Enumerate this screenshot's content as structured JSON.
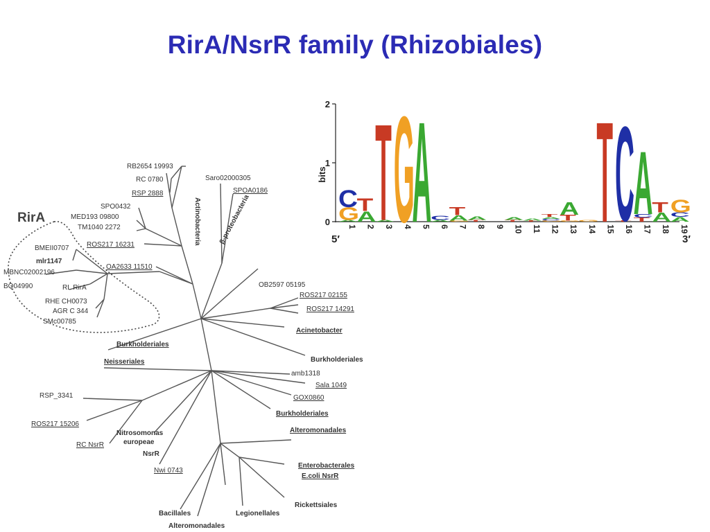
{
  "slide": {
    "title": "RirA/NsrR family (Rhizobiales)"
  },
  "tree": {
    "clade_label": "RirA",
    "leaves": [
      {
        "id": "rb2654",
        "text": "RB2654 19993",
        "underline": false,
        "bold": false
      },
      {
        "id": "rc0780",
        "text": "RC 0780",
        "underline": false,
        "bold": false
      },
      {
        "id": "rsp2888",
        "text": "RSP 2888",
        "underline": true,
        "bold": false
      },
      {
        "id": "spo0432",
        "text": "SPO0432",
        "underline": false,
        "bold": false
      },
      {
        "id": "med193",
        "text": "MED193 09800",
        "underline": false,
        "bold": false
      },
      {
        "id": "tm1040",
        "text": "TM1040 2272",
        "underline": false,
        "bold": false
      },
      {
        "id": "ros217_16231",
        "text": "ROS217 16231",
        "underline": true,
        "bold": false
      },
      {
        "id": "bmei",
        "text": "BMEII0707",
        "underline": false,
        "bold": false
      },
      {
        "id": "mlr",
        "text": "mlr1147",
        "underline": false,
        "bold": true
      },
      {
        "id": "mbnc",
        "text": "MBNC02002196",
        "underline": false,
        "bold": false
      },
      {
        "id": "bq",
        "text": "BQ04990",
        "underline": false,
        "bold": false
      },
      {
        "id": "rlrira",
        "text": "RL RirA",
        "underline": false,
        "bold": false
      },
      {
        "id": "rhe",
        "text": "RHE CH0073",
        "underline": false,
        "bold": false
      },
      {
        "id": "agr",
        "text": "AGR C 344",
        "underline": false,
        "bold": false
      },
      {
        "id": "smc",
        "text": "SMc00785",
        "underline": false,
        "bold": false
      },
      {
        "id": "oa2633",
        "text": "OA2633 11510",
        "underline": true,
        "bold": false
      },
      {
        "id": "saro",
        "text": "Saro02000305",
        "underline": false,
        "bold": false
      },
      {
        "id": "spoa",
        "text": "SPOA0186",
        "underline": true,
        "bold": false
      },
      {
        "id": "ob2597",
        "text": "OB2597 05195",
        "underline": false,
        "bold": false
      },
      {
        "id": "ros217_02155",
        "text": "ROS217 02155",
        "underline": true,
        "bold": false
      },
      {
        "id": "ros217_14291",
        "text": "ROS217 14291",
        "underline": true,
        "bold": false
      },
      {
        "id": "acineto",
        "text": "Acinetobacter",
        "underline": true,
        "bold": true
      },
      {
        "id": "burk_r",
        "text": "Burkholderiales",
        "underline": false,
        "bold": true
      },
      {
        "id": "burk_l",
        "text": "Burkholderiales",
        "underline": true,
        "bold": true
      },
      {
        "id": "neiss",
        "text": "Neisseriales",
        "underline": true,
        "bold": true
      },
      {
        "id": "amb1318",
        "text": "amb1318",
        "underline": false,
        "bold": false
      },
      {
        "id": "sala",
        "text": "Sala 1049",
        "underline": true,
        "bold": false
      },
      {
        "id": "gox",
        "text": "GOX0860",
        "underline": true,
        "bold": false
      },
      {
        "id": "burk_b",
        "text": "Burkholderiales",
        "underline": true,
        "bold": true
      },
      {
        "id": "rsp3341",
        "text": "RSP_3341",
        "underline": false,
        "bold": false
      },
      {
        "id": "ros217_15206",
        "text": "ROS217 15206",
        "underline": true,
        "bold": false
      },
      {
        "id": "rcnsrr",
        "text": "RC NsrR",
        "underline": true,
        "bold": false
      },
      {
        "id": "nitro1",
        "text": "Nitrosomonas",
        "underline": false,
        "bold": true
      },
      {
        "id": "nitro2",
        "text": "europeae",
        "underline": false,
        "bold": true
      },
      {
        "id": "nitro3",
        "text": "NsrR",
        "underline": false,
        "bold": true
      },
      {
        "id": "nwi",
        "text": "Nwi 0743",
        "underline": true,
        "bold": false
      },
      {
        "id": "altero_r",
        "text": "Alteromonadales",
        "underline": true,
        "bold": true
      },
      {
        "id": "entero",
        "text": "Enterobacterales",
        "underline": true,
        "bold": true
      },
      {
        "id": "ecoli",
        "text": "E.coli NsrR",
        "underline": true,
        "bold": true
      },
      {
        "id": "ricket",
        "text": "Rickettsiales",
        "underline": false,
        "bold": true
      },
      {
        "id": "bacill",
        "text": "Bacillales",
        "underline": false,
        "bold": true
      },
      {
        "id": "legion",
        "text": "Legionellales",
        "underline": false,
        "bold": true
      },
      {
        "id": "altero_b",
        "text": "Alteromonadales",
        "underline": false,
        "bold": true
      }
    ],
    "group_labels": [
      {
        "id": "actino",
        "text": "Actinobacteria"
      },
      {
        "id": "beta",
        "text": "β-proteobacteria"
      }
    ]
  },
  "logo": {
    "y_axis_label": "bits",
    "y_ticks": [
      "0",
      "1",
      "2"
    ],
    "ylim": [
      0,
      2
    ],
    "five_prime": "5′",
    "three_prime": "3′",
    "base_colors": {
      "A": "#3aa832",
      "C": "#1f2fa6",
      "G": "#f0a024",
      "T": "#c83a24"
    },
    "columns": [
      {
        "pos": "1",
        "stack": [
          [
            "A",
            0.03
          ],
          [
            "G",
            0.22
          ],
          [
            "C",
            0.3
          ]
        ]
      },
      {
        "pos": "2",
        "stack": [
          [
            "A",
            0.18
          ],
          [
            "T",
            0.22
          ]
        ]
      },
      {
        "pos": "3",
        "stack": [
          [
            "A",
            0.03
          ],
          [
            "T",
            1.68
          ]
        ]
      },
      {
        "pos": "4",
        "stack": [
          [
            "G",
            1.85
          ]
        ]
      },
      {
        "pos": "5",
        "stack": [
          [
            "A",
            1.75
          ]
        ]
      },
      {
        "pos": "6",
        "stack": [
          [
            "A",
            0.03
          ],
          [
            "C",
            0.07
          ]
        ]
      },
      {
        "pos": "7",
        "stack": [
          [
            "G",
            0.02
          ],
          [
            "A",
            0.09
          ],
          [
            "T",
            0.14
          ]
        ]
      },
      {
        "pos": "8",
        "stack": [
          [
            "T",
            0.03
          ],
          [
            "A",
            0.06
          ]
        ]
      },
      {
        "pos": "9",
        "stack": []
      },
      {
        "pos": "10",
        "stack": [
          [
            "T",
            0.03
          ],
          [
            "A",
            0.05
          ]
        ]
      },
      {
        "pos": "11",
        "stack": [
          [
            "T",
            0.02
          ],
          [
            "A",
            0.04
          ]
        ]
      },
      {
        "pos": "12",
        "stack": [
          [
            "G",
            0.02
          ],
          [
            "C",
            0.03
          ],
          [
            "A",
            0.03
          ],
          [
            "T",
            0.05
          ]
        ]
      },
      {
        "pos": "13",
        "stack": [
          [
            "G",
            0.02
          ],
          [
            "T",
            0.1
          ],
          [
            "A",
            0.22
          ]
        ]
      },
      {
        "pos": "14",
        "stack": [
          [
            "G",
            0.03
          ]
        ]
      },
      {
        "pos": "15",
        "stack": [
          [
            "T",
            1.75
          ]
        ]
      },
      {
        "pos": "16",
        "stack": [
          [
            "T",
            0.02
          ],
          [
            "C",
            1.65
          ]
        ]
      },
      {
        "pos": "17",
        "stack": [
          [
            "T",
            0.07
          ],
          [
            "C",
            0.06
          ],
          [
            "A",
            1.1
          ]
        ]
      },
      {
        "pos": "18",
        "stack": [
          [
            "A",
            0.16
          ],
          [
            "T",
            0.18
          ]
        ]
      },
      {
        "pos": "19",
        "stack": [
          [
            "A",
            0.08
          ],
          [
            "C",
            0.08
          ],
          [
            "G",
            0.22
          ]
        ]
      }
    ]
  }
}
